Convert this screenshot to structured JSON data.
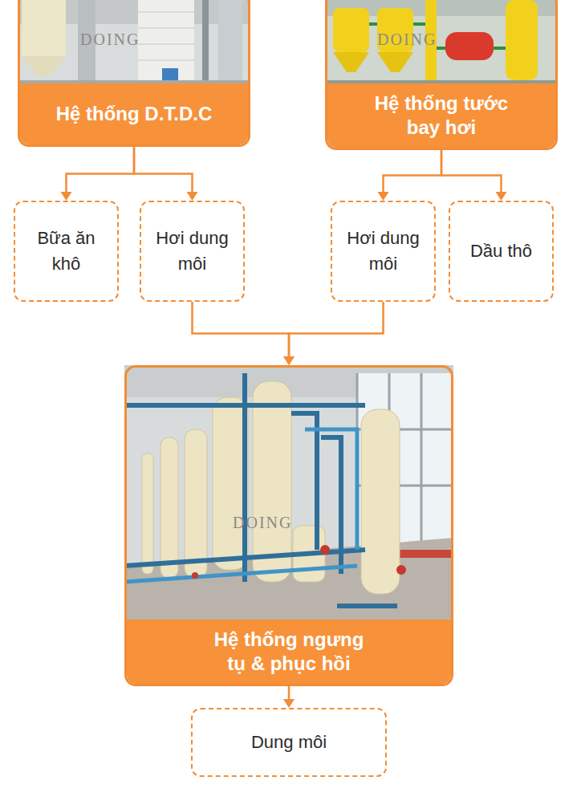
{
  "diagram": {
    "nodes": [
      {
        "text": [
          "Hệ thống D.T.D.C"
        ]
      },
      {
        "text": [
          "Hệ thống tước bay hơi"
        ]
      },
      {
        "text": [
          "Bữa ăn khô"
        ]
      },
      {
        "text": [
          "Hơi dung môi"
        ]
      },
      {
        "text": [
          "Hơi dung môi"
        ]
      },
      {
        "text": [
          "Dầu thô"
        ]
      },
      {
        "text": [
          "Hệ thống ngưng tụ & phục hồi"
        ]
      },
      {
        "text": [
          "Dung môi"
        ]
      }
    ],
    "edges": [
      {
        "from": 0,
        "to": 2,
        "arrow": "to"
      },
      {
        "from": 0,
        "to": 3,
        "arrow": "to"
      },
      {
        "from": 1,
        "to": 4,
        "arrow": "to"
      },
      {
        "from": 1,
        "to": 5,
        "arrow": "to"
      },
      {
        "from": 3,
        "to": 6,
        "arrow": "to"
      },
      {
        "from": 4,
        "to": 6,
        "arrow": "to"
      },
      {
        "from": 6,
        "to": 7,
        "arrow": "to"
      }
    ],
    "labels": [
      "DOING",
      "DOING",
      "DOING"
    ]
  }
}
